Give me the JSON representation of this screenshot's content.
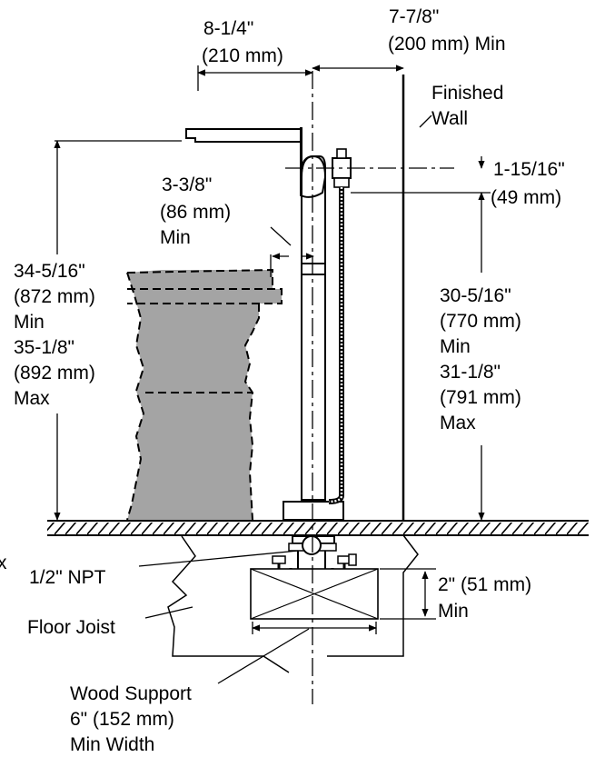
{
  "labels": {
    "spout_reach": "8-1/4\"",
    "spout_reach_mm": "(210 mm)",
    "wall_dist": "7-7/8\"",
    "wall_dist_mm": "(200 mm) Min",
    "finished": "Finished",
    "wall": "Wall",
    "tub_gap": "3-3/8\"",
    "tub_gap_mm": "(86 mm)",
    "tub_gap_min": "Min",
    "spout_h_min": "34-5/16\"",
    "spout_h_min_mm": "(872 mm)",
    "spout_h_min_label": "Min",
    "spout_h_max": "35-1/8\"",
    "spout_h_max_mm": "(892 mm)",
    "spout_h_max_label": "Max",
    "handle_offset": "1-15/16\"",
    "handle_offset_mm": "(49 mm)",
    "hose_h_min": "30-5/16\"",
    "hose_h_min_mm": "(770 mm)",
    "hose_h_min_label": "Min",
    "hose_h_max": "31-1/8\"",
    "hose_h_max_mm": "(791 mm)",
    "hose_h_max_label": "Max",
    "npt": "1/2\" NPT",
    "support_depth": "2\" (51 mm)",
    "support_depth_min": "Min",
    "floor_joist": "Floor Joist",
    "wood_support": "Wood Support",
    "wood_support_w": "6\" (152 mm)",
    "wood_support_min": "Min Width",
    "edge_mark": "x"
  }
}
